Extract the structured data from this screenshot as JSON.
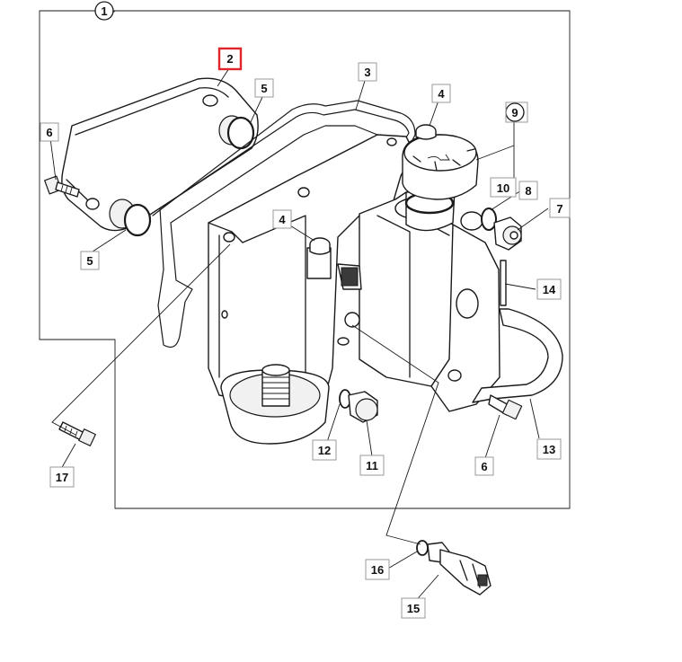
{
  "callouts": {
    "c1": "1",
    "c2": "2",
    "c3": "3",
    "c4a": "4",
    "c4b": "4",
    "c5a": "5",
    "c5b": "5",
    "c6a": "6",
    "c6b": "6",
    "c7": "7",
    "c8": "8",
    "c9": "9",
    "c10": "10",
    "c11": "11",
    "c12": "12",
    "c13": "13",
    "c14": "14",
    "c15": "15",
    "c16": "16",
    "c17": "17"
  },
  "highlighted_callout": "2",
  "colors": {
    "highlight": "#e0242b",
    "line": "#1a1a1a",
    "label_border": "#9a9a9a"
  }
}
